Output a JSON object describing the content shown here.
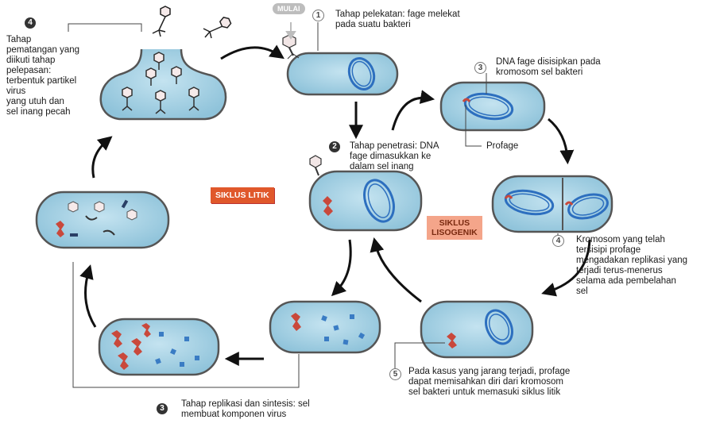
{
  "cycle_labels": {
    "lytic": "SIKLUS LITIK",
    "lysogenic": "SIKLUS\nLISOGENIK"
  },
  "start_label": "MULAI",
  "steps": {
    "s1": {
      "num": "1",
      "text": "Tahap pelekatan: fage melekat\npada suatu bakteri"
    },
    "s2": {
      "num": "2",
      "text": "Tahap penetrasi: DNA\nfage dimasukkan ke\ndalam sel inang"
    },
    "s3": {
      "num": "3",
      "text": "Tahap replikasi dan sintesis: sel\nmembuat komponen virus"
    },
    "s4": {
      "num": "4",
      "text": "Tahap\npematangan yang\ndiikuti tahap\npelepasan:\nterbentuk partikel\nvirus\nyang utuh dan\nsel inang pecah"
    },
    "l3": {
      "num": "3",
      "text": "DNA fage disisipkan pada\nkromosom sel bakteri"
    },
    "l4": {
      "num": "4",
      "text": "Kromosom yang telah\ntersisipi profage\nmengadakan replikasi yang\nterjadi terus-menerus\nselama ada pembelahan\nsel"
    },
    "l5": {
      "num": "5",
      "text": "Pada kasus yang jarang terjadi, profage\ndapat memisahkan diri dari kromosom\nsel bakteri untuk memasuki siklus litik"
    }
  },
  "profage_label": "Profage",
  "colors": {
    "cell_fill": "#a9d3e6",
    "cell_border": "#555555",
    "chromosome": "#2d6fbf",
    "phage_dna": "#c9483b",
    "fragments": "#3a7cc4",
    "arrow": "#111111"
  }
}
